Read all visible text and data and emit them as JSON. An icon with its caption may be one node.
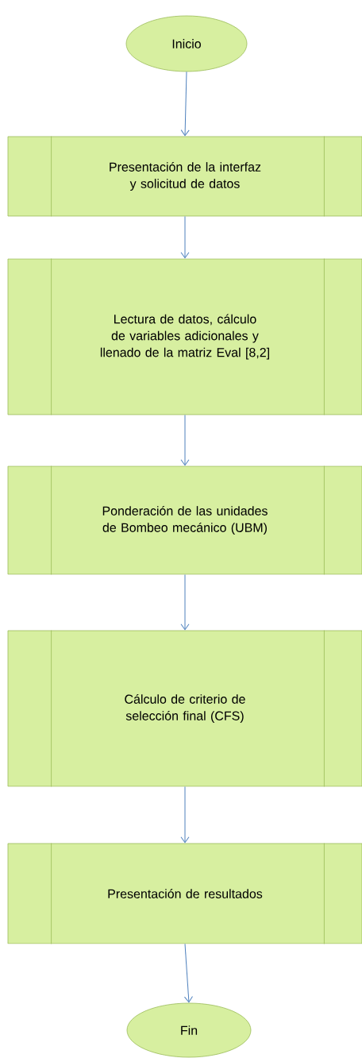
{
  "diagram": {
    "nodes": [
      {
        "text": [
          "Inicio"
        ]
      },
      {
        "text": [
          "Presentación de la interfaz y solicitud de datos"
        ]
      },
      {
        "text": [
          "Lectura de datos, cálculo de variables adicionales y llenado de la matriz Eval [8,2]"
        ]
      },
      {
        "text": [
          "Ponderación de las unidades de Bombeo mecánico (UBM)"
        ]
      },
      {
        "text": [
          "Cálculo de criterio de selección final (CFS)"
        ]
      },
      {
        "text": [
          "Presentación de resultados"
        ]
      },
      {
        "text": [
          "Fin"
        ]
      }
    ],
    "edges": [
      {
        "from": 0,
        "to": 1,
        "arrow": "to"
      },
      {
        "from": 1,
        "to": 2,
        "arrow": "to"
      },
      {
        "from": 2,
        "to": 3,
        "arrow": "to"
      },
      {
        "from": 3,
        "to": 4,
        "arrow": "to"
      },
      {
        "from": 4,
        "to": 5,
        "arrow": "to"
      },
      {
        "from": 5,
        "to": 6,
        "arrow": "to"
      }
    ]
  }
}
